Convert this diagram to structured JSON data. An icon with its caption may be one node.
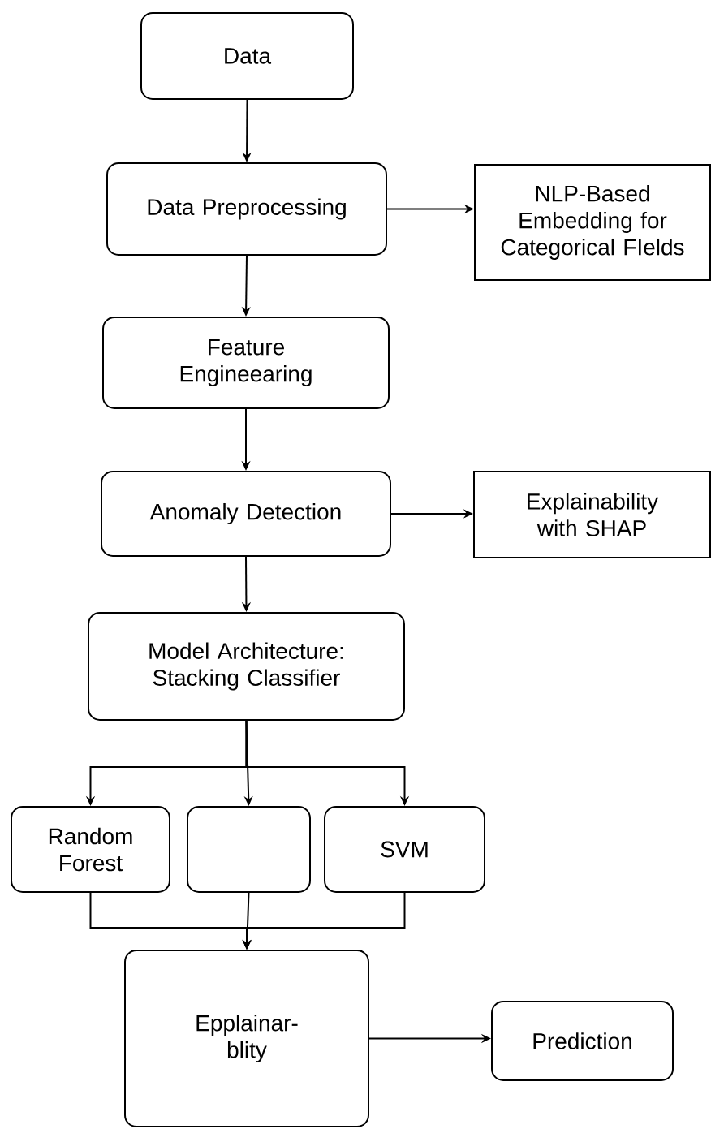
{
  "diagram": {
    "nodes": [
      {
        "text": [
          "Data"
        ]
      },
      {
        "text": [
          "Data Preprocessing"
        ]
      },
      {
        "text": [
          "NLP-Based Embedding for Categorical FIelds"
        ]
      },
      {
        "text": [
          "Feature Engineearing"
        ]
      },
      {
        "text": [
          "Anomaly Detection"
        ]
      },
      {
        "text": [
          "Explainability with SHAP"
        ]
      },
      {
        "text": [
          "Model Architecture: Stacking Classifier"
        ]
      },
      {
        "text": [
          "Random Forest"
        ]
      },
      {
        "text": [],
        "shape": "box"
      },
      {
        "text": [
          "SVM"
        ]
      },
      {
        "text": [
          "Epplainar- blity"
        ]
      },
      {
        "text": [
          "Prediction"
        ]
      }
    ],
    "edges": [
      {
        "from": 0,
        "to": 1,
        "arrow": "to"
      },
      {
        "from": 1,
        "to": 2,
        "arrow": "to"
      },
      {
        "from": 1,
        "to": 3,
        "arrow": "to"
      },
      {
        "from": 3,
        "to": 4,
        "arrow": "to"
      },
      {
        "from": 4,
        "to": 5,
        "arrow": "to"
      },
      {
        "from": 4,
        "to": 6,
        "arrow": "to"
      },
      {
        "from": 6,
        "to": 7,
        "arrow": "to"
      },
      {
        "from": 6,
        "to": 8,
        "arrow": "to"
      },
      {
        "from": 6,
        "to": 9,
        "arrow": "to"
      },
      {
        "from": 7,
        "to": 10,
        "arrow": "to"
      },
      {
        "from": 8,
        "to": 10,
        "arrow": "to"
      },
      {
        "from": 9,
        "to": 10,
        "arrow": "to"
      },
      {
        "from": 10,
        "to": 11,
        "arrow": "to"
      }
    ]
  }
}
